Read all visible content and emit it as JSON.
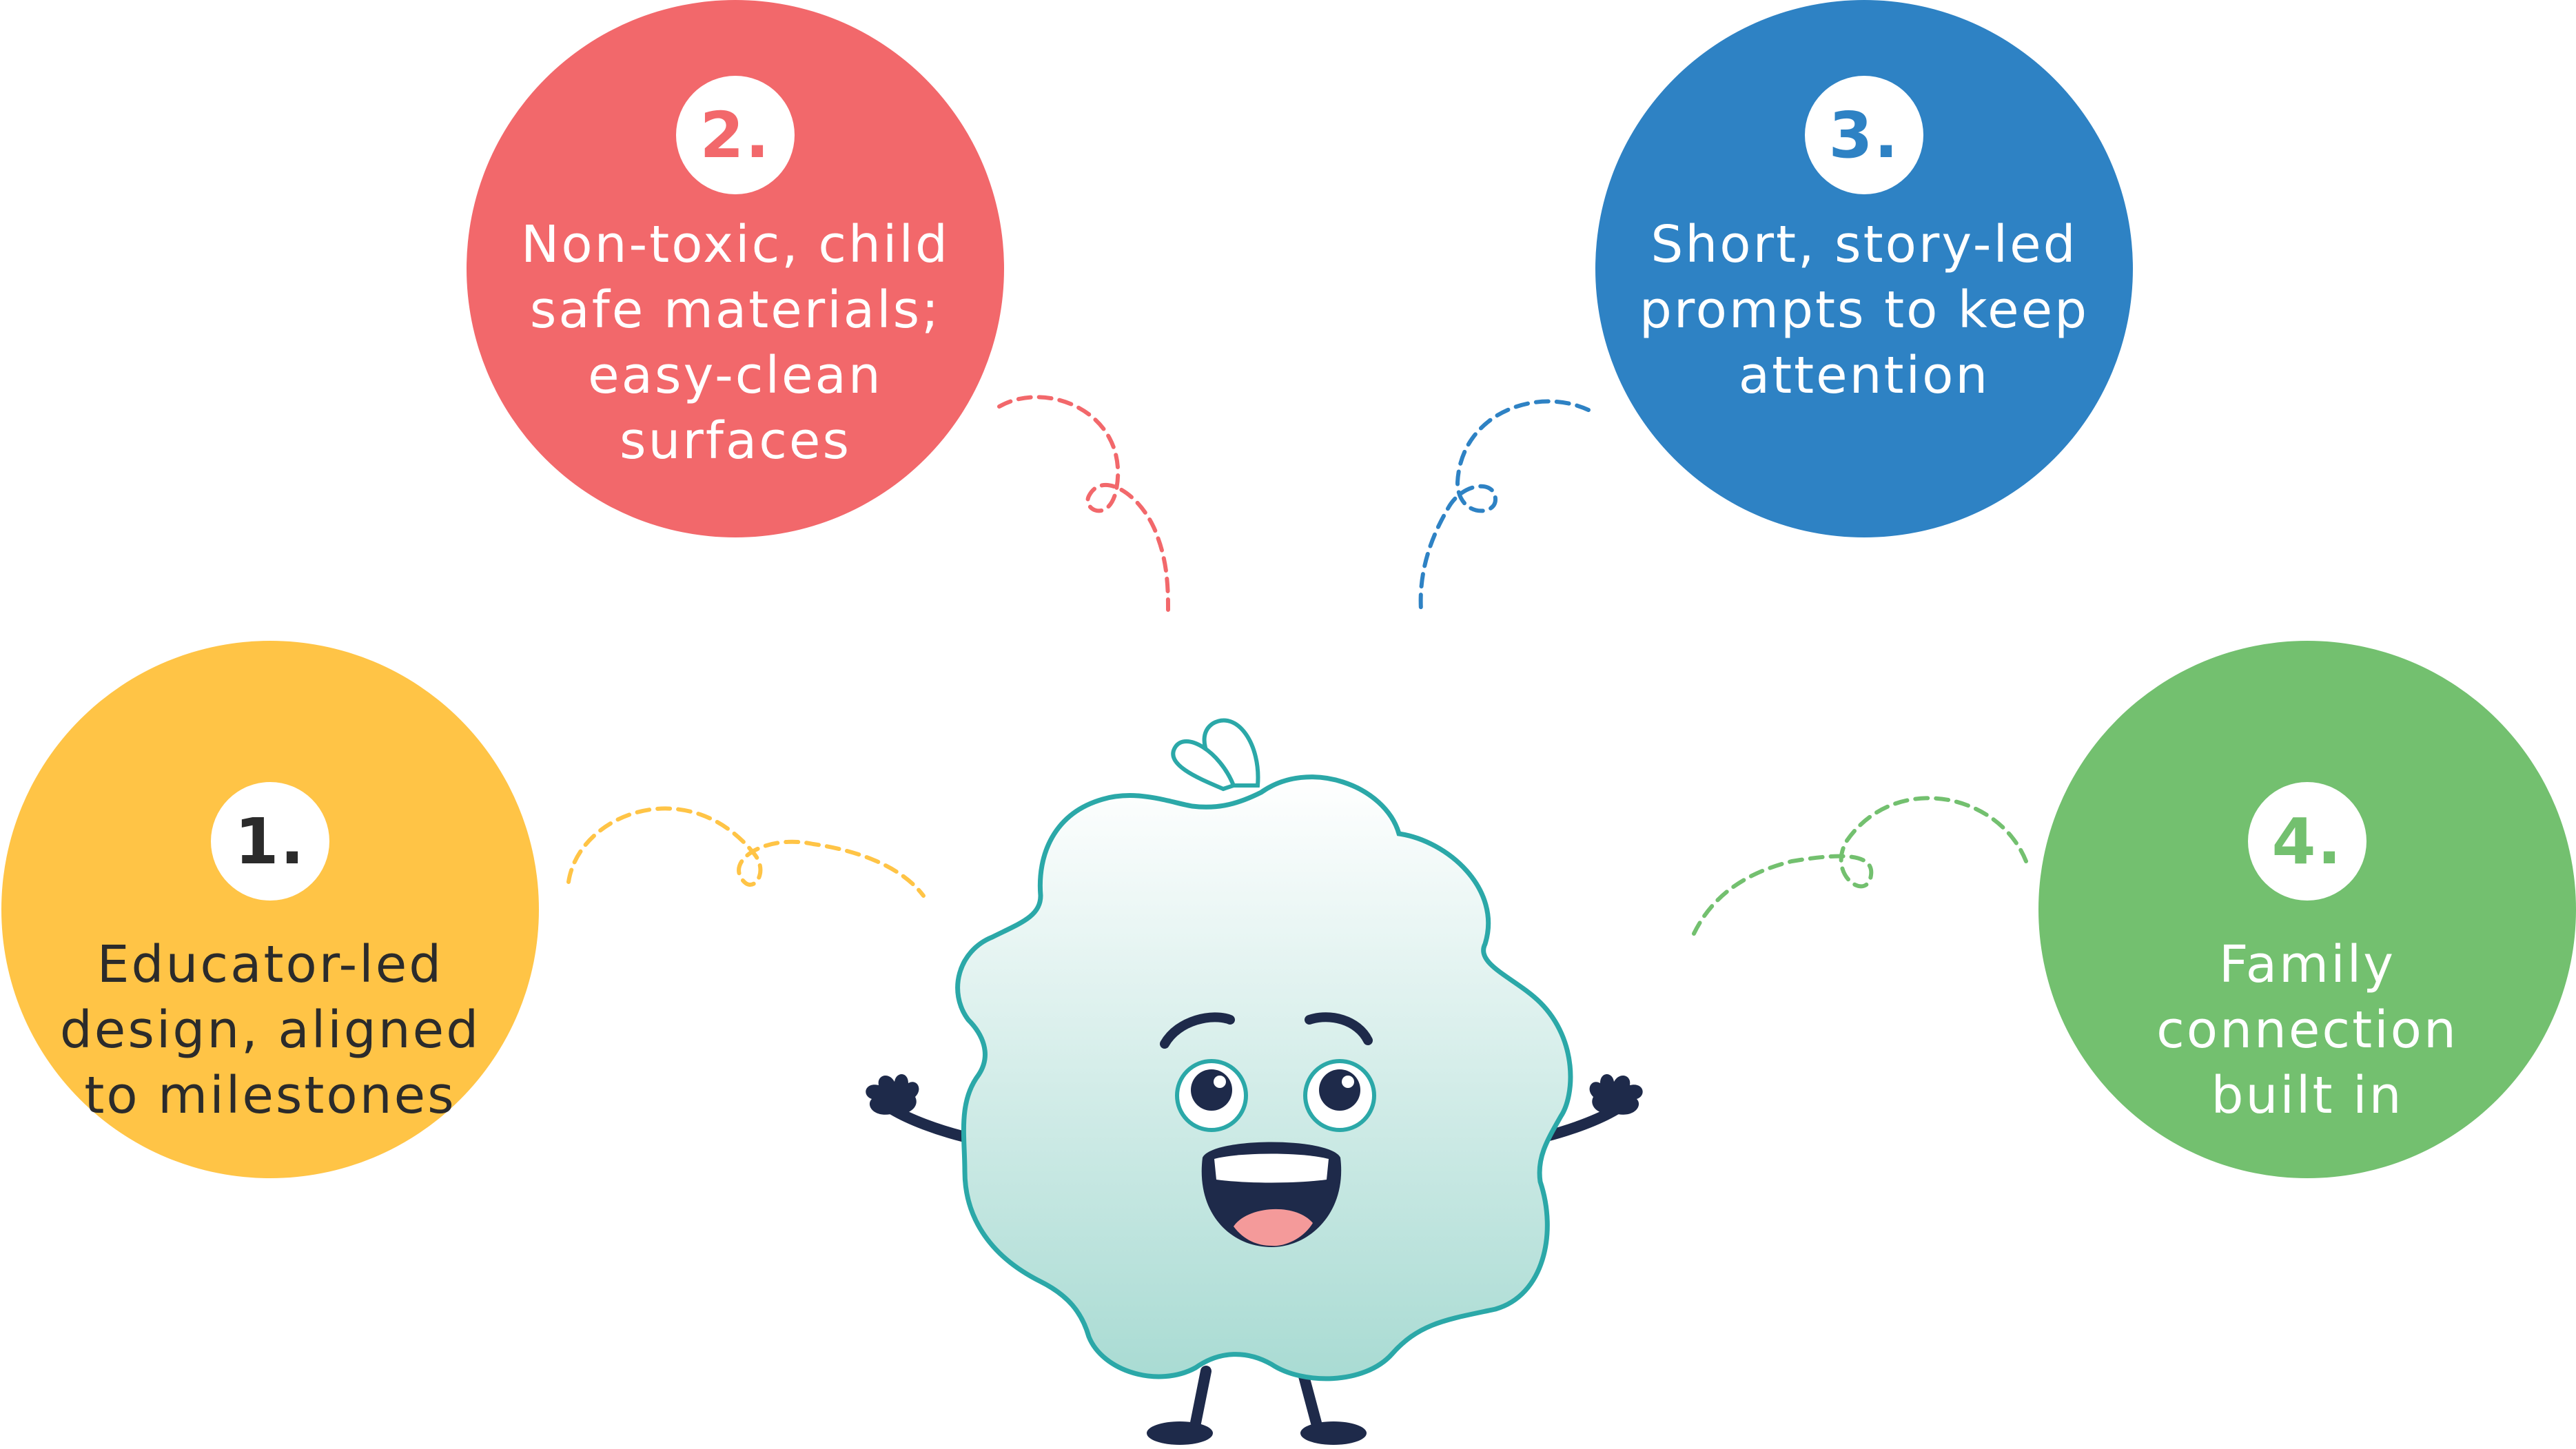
{
  "colors": {
    "yellow": "#FFC446",
    "red": "#F2686B",
    "blue": "#2E82C4",
    "green": "#73C06F",
    "mascot_outline": "#2BA8A8",
    "mascot_fill_top": "#FFFFFF",
    "mascot_fill_bottom": "#A9DBD3",
    "dark_navy": "#1E2A4A",
    "mouth_tongue": "#F49A9A"
  },
  "features": [
    {
      "number": "1.",
      "text": "Educator-led\ndesign, aligned\nto milestones",
      "color": "#FFC446",
      "text_color": "#2B2B2B",
      "number_color": "#2B2B2B"
    },
    {
      "number": "2.",
      "text": "Non-toxic, child\nsafe materials;\neasy-clean\nsurfaces",
      "color": "#F2686B",
      "text_color": "#FFFFFF",
      "number_color": "#F2686B"
    },
    {
      "number": "3.",
      "text": "Short, story-led\nprompts to keep\nattention",
      "color": "#2E82C4",
      "text_color": "#FFFFFF",
      "number_color": "#2E82C4"
    },
    {
      "number": "4.",
      "text": "Family\nconnection\nbuilt in",
      "color": "#73C06F",
      "text_color": "#FFFFFF",
      "number_color": "#73C06F"
    }
  ],
  "mascot": {
    "icon": "cloud-mascot-icon"
  }
}
